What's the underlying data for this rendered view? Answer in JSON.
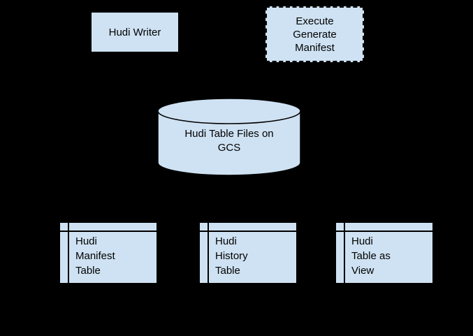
{
  "colors": {
    "background": "#000000",
    "shape_fill": "#cfe2f3",
    "shape_stroke": "#000000",
    "text": "#000000"
  },
  "nodes": {
    "hudi_writer": {
      "label": "Hudi Writer",
      "lines": [
        "Hudi Writer"
      ]
    },
    "execute_generate_manifest": {
      "label": "Execute Generate Manifest",
      "lines": [
        "Execute",
        "Generate",
        "Manifest"
      ]
    },
    "hudi_table_files_on_gcs": {
      "label": "Hudi Table Files on GCS",
      "lines": [
        "Hudi Table Files on",
        "GCS"
      ]
    }
  },
  "tables": [
    {
      "label": "Hudi Manifest Table",
      "lines": [
        "Hudi",
        "Manifest",
        "Table"
      ]
    },
    {
      "label": "Hudi History Table",
      "lines": [
        "Hudi",
        "History",
        "Table"
      ]
    },
    {
      "label": "Hudi Table as View",
      "lines": [
        "Hudi",
        "Table as",
        "View"
      ]
    }
  ]
}
